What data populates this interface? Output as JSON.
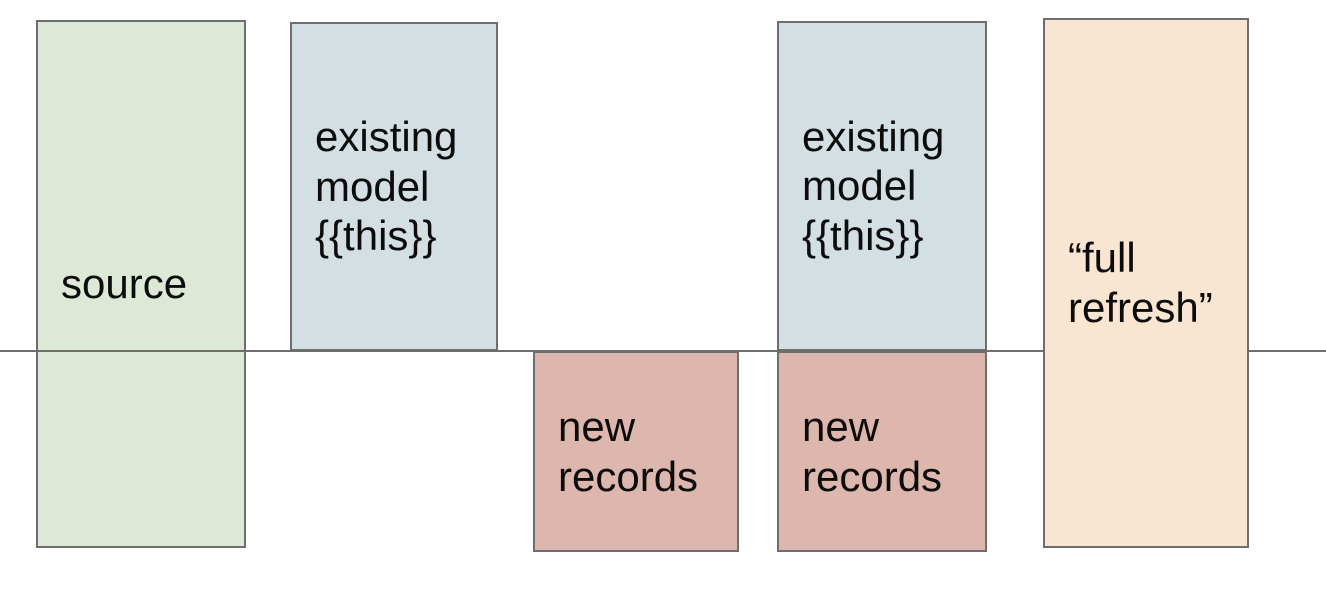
{
  "diagram": {
    "background_color": "#ffffff",
    "box_border_color": "#6e6e6e",
    "timeline_color": "#6e6e6e",
    "text_color": "#0c0c0c",
    "boxes": [
      {
        "id": "source",
        "label": "source",
        "fill_color": "#dde8d6"
      },
      {
        "id": "existing-model-1",
        "label": "existing\nmodel\n{{this}}",
        "fill_color": "#d3dfe3"
      },
      {
        "id": "new-records-1",
        "label": "new\nrecords",
        "fill_color": "#ddb6ad"
      },
      {
        "id": "existing-model-2",
        "label": "existing\nmodel\n{{this}}",
        "fill_color": "#d3dfe3"
      },
      {
        "id": "new-records-2",
        "label": "new\nrecords",
        "fill_color": "#ddb6ad"
      },
      {
        "id": "full-refresh",
        "label": "“full\nrefresh”",
        "fill_color": "#f8e6d2"
      }
    ]
  }
}
